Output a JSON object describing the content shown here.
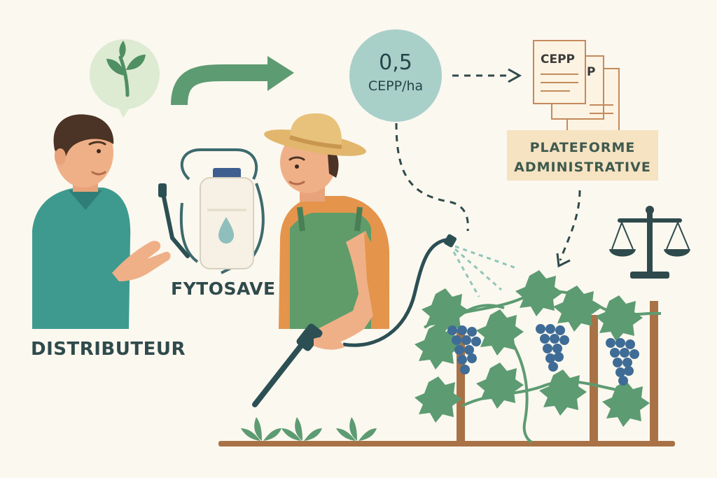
{
  "labels": {
    "distributor": "DISTRIBUTEUR",
    "product": "FYTOSAVE",
    "rate_value": "0,5",
    "rate_unit": "CEPP/ha",
    "document_tag": "CEPP",
    "document_tag_partial": "P",
    "platform_line1": "PLATEFORME",
    "platform_line2": "ADMINISTRATIVE"
  },
  "icons": [
    "leaf-speech-bubble-icon",
    "curved-arrow-icon",
    "sprayer-tank-icon",
    "droplet-icon",
    "document-stack-icon",
    "scales-icon",
    "grapevine-icon"
  ],
  "colors": {
    "background": "#fbf8ef",
    "primary_green": "#5d9b72",
    "teal_circle": "#a9cfc9",
    "platform_box": "#f6e3c2",
    "shirt_teal": "#3e9a8f",
    "apron_green": "#5f9c6a",
    "shirt_orange": "#e4944b",
    "grape_blue": "#3f6c96",
    "ink": "#2f4a4c"
  }
}
